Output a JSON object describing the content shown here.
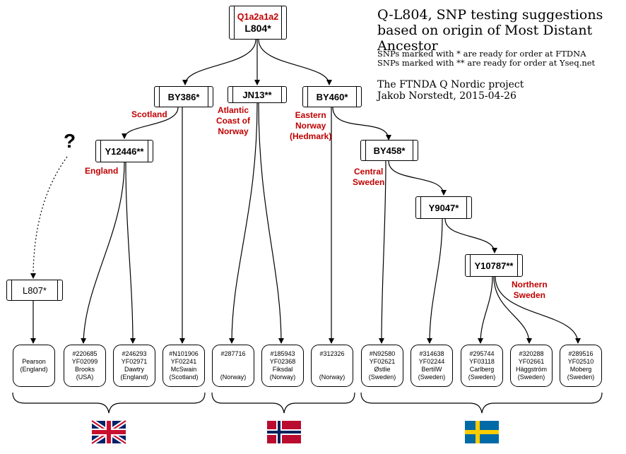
{
  "title": {
    "line1": "Q-L804, SNP testing suggestions",
    "line2": "based on origin of Most Distant Ancestor"
  },
  "legend": {
    "line1": "SNPs marked with * are ready for order at FTDNA",
    "line2": "SNPs marked with ** are ready for order at Yseq.net"
  },
  "credit": {
    "line1": "The FTNDA Q Nordic project",
    "line2": "Jakob Norstedt, 2015-04-26"
  },
  "root": {
    "haplogroup": "Q1a2a1a2",
    "snp": "L804*"
  },
  "nodes": {
    "by386": "BY386*",
    "jn13": "JN13**",
    "by460": "BY460*",
    "y12446": "Y12446**",
    "l807": "L807*",
    "by458": "BY458*",
    "y9047": "Y9047*",
    "y10787": "Y10787**"
  },
  "regions": {
    "scotland": "Scotland",
    "england": "England",
    "atlantic": [
      "Atlantic",
      "Coast of",
      "Norway"
    ],
    "eastern": [
      "Eastern",
      "Norway",
      "(Hedmark)"
    ],
    "central": [
      "Central",
      "Sweden"
    ],
    "northern": [
      "Northern",
      "Sweden"
    ]
  },
  "question_mark": "?",
  "samples": [
    {
      "lines": [
        "Pearson",
        "(England)"
      ]
    },
    {
      "lines": [
        "#220685",
        "YF02099",
        "Brooks",
        "(USA)"
      ]
    },
    {
      "lines": [
        "#246293",
        "YF02971",
        "Dawtry",
        "(England)"
      ]
    },
    {
      "lines": [
        "#N101906",
        "YF02241",
        "McSwain",
        "(Scotland)"
      ]
    },
    {
      "lines": [
        "#287716",
        "",
        "",
        "(Norway)"
      ]
    },
    {
      "lines": [
        "#185943",
        "YF02368",
        "Fiksdal",
        "(Norway)"
      ]
    },
    {
      "lines": [
        "#312326",
        "",
        "",
        "(Norway)"
      ]
    },
    {
      "lines": [
        "#N92580",
        "YF02621",
        "Østlie",
        "(Sweden)"
      ]
    },
    {
      "lines": [
        "#314638",
        "YF02244",
        "BertilW",
        "(Sweden)"
      ]
    },
    {
      "lines": [
        "#295744",
        "YF03118",
        "Carlberg",
        "(Sweden)"
      ]
    },
    {
      "lines": [
        "#320288",
        "YF02661",
        "Häggström",
        "(Sweden)"
      ]
    },
    {
      "lines": [
        "#289516",
        "YF02510",
        "Moberg",
        "(Sweden)"
      ]
    }
  ],
  "flags": [
    "uk-flag",
    "norway-flag",
    "sweden-flag"
  ],
  "colors": {
    "region_red": "#c00000",
    "uk_blue": "#012169",
    "uk_red": "#c8102e",
    "norway_red": "#ba0c2f",
    "norway_blue": "#00205b",
    "sweden_blue": "#006aa7",
    "sweden_yellow": "#fecc00"
  }
}
